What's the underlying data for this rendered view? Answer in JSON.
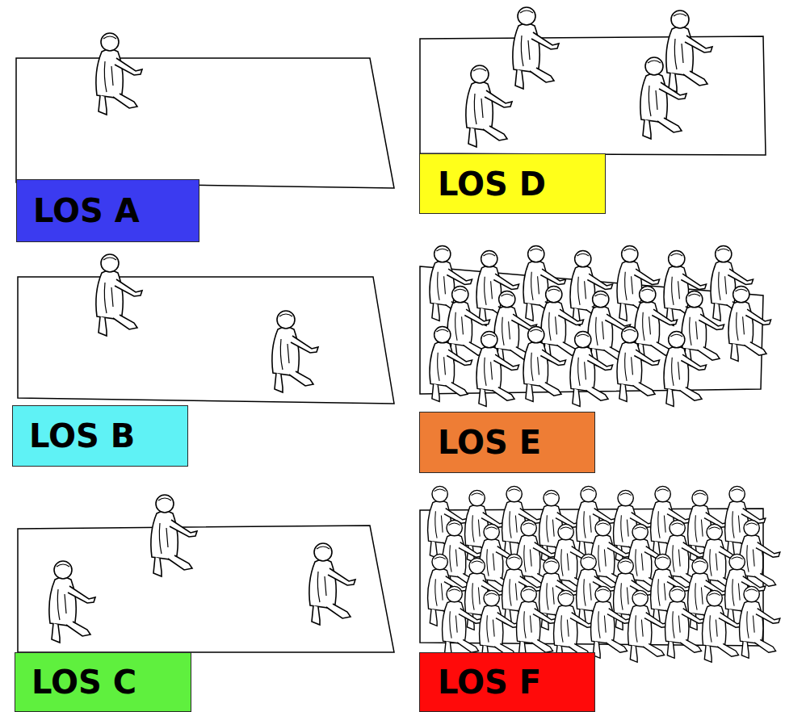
{
  "diagram": {
    "nodes": [
      {
        "text": [
          "LOS A"
        ]
      },
      {
        "text": [
          "LOS B"
        ]
      },
      {
        "text": [
          "LOS C"
        ]
      },
      {
        "text": [
          "LOS D"
        ]
      },
      {
        "text": [
          "LOS E"
        ]
      },
      {
        "text": [
          "LOS F"
        ]
      }
    ]
  }
}
